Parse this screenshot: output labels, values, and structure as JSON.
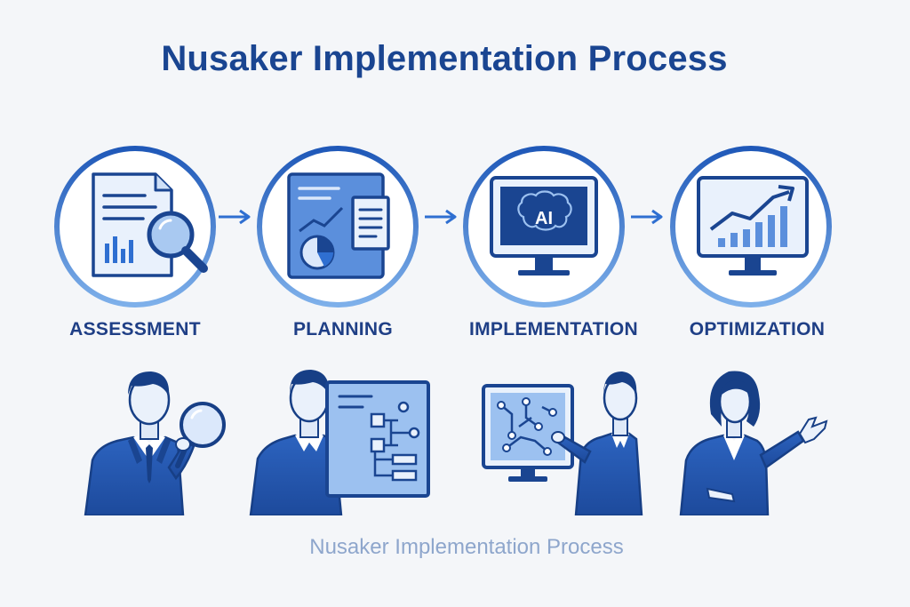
{
  "title": "Nusaker Implementation Process",
  "steps": [
    {
      "label": "ASSESSMENT",
      "icon": "document-magnifier-icon"
    },
    {
      "label": "PLANNING",
      "icon": "planning-board-icon"
    },
    {
      "label": "IMPLEMENTATION",
      "icon": "ai-monitor-icon"
    },
    {
      "label": "OPTIMIZATION",
      "icon": "growth-chart-monitor-icon"
    }
  ],
  "ai_badge": "AI",
  "footer": "Nusaker Implementation Process",
  "colors": {
    "primary": "#1a4591",
    "accent": "#2f6fd1",
    "light": "#cfe0f7",
    "footer": "#8ea6cc"
  }
}
